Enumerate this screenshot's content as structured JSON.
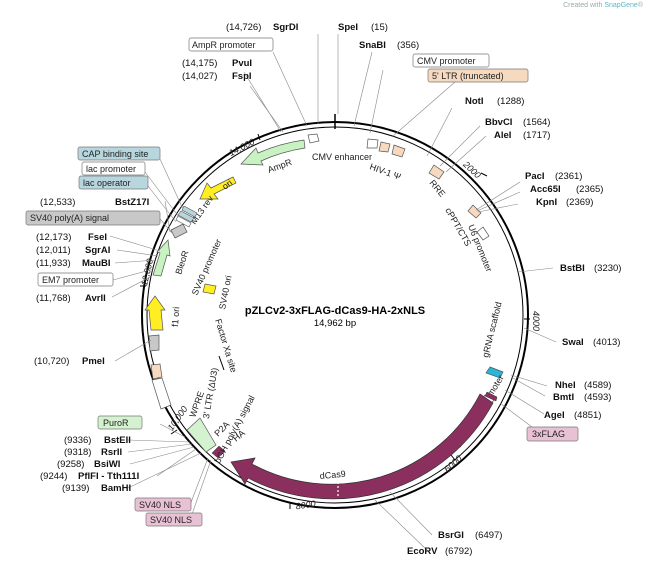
{
  "watermark": {
    "prefix": "Created with ",
    "brand": "SnapGene",
    "mark": "®"
  },
  "plasmid": {
    "name": "pZLCv2-3xFLAG-dCas9-HA-2xNLS",
    "size": "14,962 bp",
    "length": 14962
  },
  "ticks": [
    {
      "label": "2000",
      "pos": 2000
    },
    {
      "label": "4000",
      "pos": 4000
    },
    {
      "label": "6000",
      "pos": 6000
    },
    {
      "label": "8000",
      "pos": 8000
    },
    {
      "label": "10,000",
      "pos": 10000
    },
    {
      "label": "12,000",
      "pos": 12000
    },
    {
      "label": "14,000",
      "pos": 14000
    }
  ],
  "sites": [
    {
      "name": "SgrDI",
      "pos": "(14,726)",
      "bp": 14726
    },
    {
      "name": "SpeI",
      "pos": "(15)",
      "bp": 15
    },
    {
      "name": "SnaBI",
      "pos": "(356)",
      "bp": 356
    },
    {
      "name": "PvuI",
      "pos": "(14,175)",
      "bp": 14175
    },
    {
      "name": "FspI",
      "pos": "(14,027)",
      "bp": 14027
    },
    {
      "name": "NotI",
      "pos": "(1288)",
      "bp": 1288
    },
    {
      "name": "BbvCI",
      "pos": "(1564)",
      "bp": 1564
    },
    {
      "name": "AleI",
      "pos": "(1717)",
      "bp": 1717
    },
    {
      "name": "PacI",
      "pos": "(2361)",
      "bp": 2361
    },
    {
      "name": "Acc65I",
      "pos": "(2365)",
      "bp": 2365
    },
    {
      "name": "KpnI",
      "pos": "(2369)",
      "bp": 2369
    },
    {
      "name": "BstBI",
      "pos": "(3230)",
      "bp": 3230
    },
    {
      "name": "SwaI",
      "pos": "(4013)",
      "bp": 4013
    },
    {
      "name": "NheI",
      "pos": "(4589)",
      "bp": 4589
    },
    {
      "name": "BmtI",
      "pos": "(4593)",
      "bp": 4593
    },
    {
      "name": "AgeI",
      "pos": "(4851)",
      "bp": 4851
    },
    {
      "name": "BsrGI",
      "pos": "(6497)",
      "bp": 6497
    },
    {
      "name": "EcoRV",
      "pos": "(6792)",
      "bp": 6792
    },
    {
      "name": "BstZ17I",
      "pos": "(12,533)",
      "bp": 12533
    },
    {
      "name": "FseI",
      "pos": "(12,173)",
      "bp": 12173
    },
    {
      "name": "SgrAI",
      "pos": "(12,011)",
      "bp": 12011
    },
    {
      "name": "MauBI",
      "pos": "(11,933)",
      "bp": 11933
    },
    {
      "name": "AvrII",
      "pos": "(11,768)",
      "bp": 11768
    },
    {
      "name": "PmeI",
      "pos": "(10,720)",
      "bp": 10720
    },
    {
      "name": "BstEII",
      "pos": "(9336)",
      "bp": 9336
    },
    {
      "name": "RsrII",
      "pos": "(9318)",
      "bp": 9318
    },
    {
      "name": "BsiWI",
      "pos": "(9258)",
      "bp": 9258
    },
    {
      "name": "PflFI - Tth111I",
      "pos": "(9244)",
      "bp": 9244
    },
    {
      "name": "BamHI",
      "pos": "(9139)",
      "bp": 9139
    }
  ],
  "boxes": [
    {
      "text": "AmpR promoter",
      "color": "#ffffff"
    },
    {
      "text": "CMV promoter",
      "color": "#ffffff"
    },
    {
      "text": "5' LTR (truncated)",
      "color": "#f6d9bf"
    },
    {
      "text": "CAP binding site",
      "color": "#b7d6de"
    },
    {
      "text": "lac promoter",
      "color": "#ffffff"
    },
    {
      "text": "lac operator",
      "color": "#b7d6de"
    },
    {
      "text": "SV40 poly(A) signal",
      "color": "#c8c8c8"
    },
    {
      "text": "EM7 promoter",
      "color": "#ffffff"
    },
    {
      "text": "3xFLAG",
      "color": "#e9c1d4"
    },
    {
      "text": "PuroR",
      "color": "#d4f2cf"
    },
    {
      "text": "SV40 NLS",
      "color": "#e9c1d4"
    },
    {
      "text": "SV40 NLS",
      "color": "#e9c1d4"
    }
  ],
  "features": [
    {
      "label": "AmpR",
      "color": "#c9f2c2"
    },
    {
      "label": "ori",
      "color": "#ffee22"
    },
    {
      "label": "CMV enhancer"
    },
    {
      "label": "HIV-1 Ψ"
    },
    {
      "label": "RRE"
    },
    {
      "label": "cPPT/CTS"
    },
    {
      "label": "U6 promoter"
    },
    {
      "label": "gRNA scaffold",
      "color": "#28b5d8"
    },
    {
      "label": "EF-1α core promoter"
    },
    {
      "label": "dCas9",
      "color": "#8a2f5e"
    },
    {
      "label": "HA"
    },
    {
      "label": "P2A"
    },
    {
      "label": "WPRE"
    },
    {
      "label": "3' LTR (ΔU3)"
    },
    {
      "label": "bGH poly(A) signal"
    },
    {
      "label": "Factor Xa site"
    },
    {
      "label": "f1 ori",
      "color": "#ffee22"
    },
    {
      "label": "SV40 ori"
    },
    {
      "label": "SV40 promoter"
    },
    {
      "label": "BleoR",
      "color": "#c9f2c2"
    },
    {
      "label": "M13 rev"
    }
  ]
}
